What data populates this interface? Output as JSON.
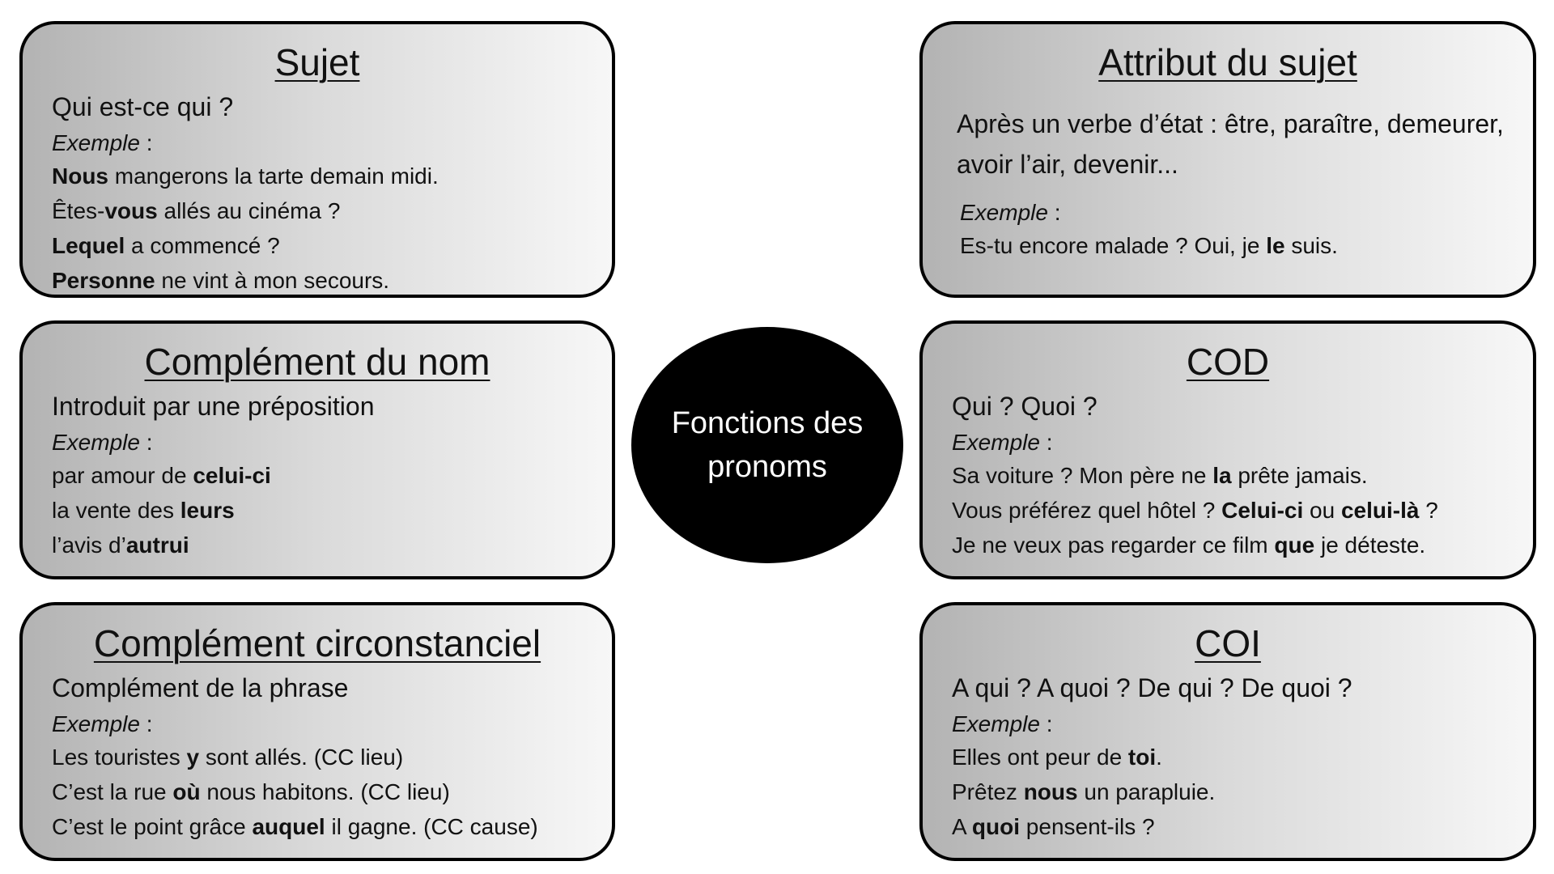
{
  "center": {
    "title": "Fonctions des pronoms"
  },
  "cards": {
    "sujet": {
      "title": "Sujet",
      "lead": "Qui est-ce qui ?",
      "example_label": "Exemple",
      "examples": [
        {
          "pre": "",
          "bold": "Nous",
          "post": " mangerons la tarte demain midi."
        },
        {
          "pre": "Êtes-",
          "bold": "vous",
          "post": " allés au cinéma ?"
        },
        {
          "pre": "",
          "bold": "Lequel",
          "post": " a commencé ?"
        },
        {
          "pre": "",
          "bold": "Personne",
          "post": " ne vint à mon secours."
        }
      ]
    },
    "attribut": {
      "title": "Attribut du sujet",
      "lead": "Après un verbe d’état : être, paraître, demeurer, avoir l’air, devenir...",
      "example_label": "Exemple",
      "examples": [
        {
          "pre": "Es-tu encore malade ? Oui, je ",
          "bold": "le",
          "post": " suis."
        }
      ]
    },
    "cdn": {
      "title": "Complément du nom",
      "lead": "Introduit par une préposition",
      "example_label": "Exemple",
      "examples": [
        {
          "pre": "par amour de ",
          "bold": "celui-ci",
          "post": ""
        },
        {
          "pre": "la vente des ",
          "bold": "leurs",
          "post": ""
        },
        {
          "pre": "l’avis d’",
          "bold": "autrui",
          "post": ""
        }
      ]
    },
    "cod": {
      "title": "COD",
      "lead": "Qui ? Quoi ?",
      "example_label": "Exemple",
      "examples": [
        {
          "pre": "Sa voiture ? Mon père ne ",
          "bold": "la",
          "post": " prête jamais."
        },
        {
          "pre": "Vous préférez quel hôtel ? ",
          "bold": "Celui-ci",
          "mid": " ou ",
          "bold2": "celui-là",
          "post": " ?"
        },
        {
          "pre": "Je ne veux pas regarder ce film ",
          "bold": "que",
          "post": " je déteste."
        }
      ]
    },
    "cc": {
      "title": "Complément circonstanciel",
      "lead": "Complément de la phrase",
      "example_label": "Exemple",
      "examples": [
        {
          "pre": "Les touristes ",
          "bold": "y",
          "post": " sont allés. (CC lieu)"
        },
        {
          "pre": "C’est la rue ",
          "bold": "où",
          "post": " nous habitons. (CC lieu)"
        },
        {
          "pre": "C’est le point grâce ",
          "bold": "auquel",
          "post": " il gagne. (CC cause)"
        }
      ]
    },
    "coi": {
      "title": "COI",
      "lead": "A qui ? A quoi ? De qui ? De quoi ?",
      "example_label": "Exemple",
      "examples": [
        {
          "pre": "Elles ont peur de ",
          "bold": "toi",
          "post": "."
        },
        {
          "pre": "Prêtez ",
          "bold": "nous",
          "post": " un parapluie."
        },
        {
          "pre": "A ",
          "bold": "quoi",
          "post": " pensent-ils ?"
        }
      ]
    }
  }
}
